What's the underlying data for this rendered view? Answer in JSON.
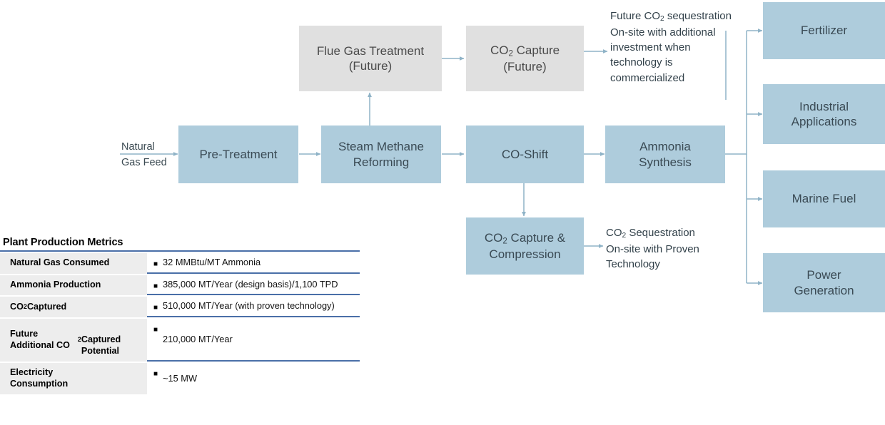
{
  "colors": {
    "process_box": "#aeccdc",
    "future_box": "#e0e0e0",
    "connector": "#8fb3c7",
    "table_divider": "#4a6fa8",
    "table_label_bg": "#ededed"
  },
  "diagram": {
    "feed": {
      "label": "Natural\nGas Feed"
    },
    "nodes": [
      {
        "id": "flue-gas-treatment",
        "label": "Flue Gas Treatment\n(Future)",
        "style": "future"
      },
      {
        "id": "co2-capture-future",
        "label": "CO2 Capture\n(Future)",
        "style": "future",
        "html": "CO<sub>2</sub> Capture<br>(Future)"
      },
      {
        "id": "pre-treatment",
        "label": "Pre-Treatment",
        "style": "process"
      },
      {
        "id": "steam-methane-reforming",
        "label": "Steam Methane\nReforming",
        "style": "process"
      },
      {
        "id": "co-shift",
        "label": "CO-Shift",
        "style": "process"
      },
      {
        "id": "ammonia-synthesis",
        "label": "Ammonia\nSynthesis",
        "style": "process"
      },
      {
        "id": "co2-capture-compression",
        "label": "CO2 Capture &\nCompression",
        "style": "process",
        "html": "CO<sub>2</sub> Capture &amp;<br>Compression"
      },
      {
        "id": "fertilizer",
        "label": "Fertilizer",
        "style": "process"
      },
      {
        "id": "industrial-applications",
        "label": "Industrial\nApplications",
        "style": "process"
      },
      {
        "id": "marine-fuel",
        "label": "Marine Fuel",
        "style": "process"
      },
      {
        "id": "power-generation",
        "label": "Power\nGeneration",
        "style": "process"
      }
    ],
    "annotations": [
      {
        "id": "future-sequestration-note",
        "text": "Future CO2 sequestration On-site with additional investment when technology is commercialized",
        "html": "Future CO<sub>2</sub> sequestration<br>On-site with additional<br>investment when<br>technology is<br>commercialized"
      },
      {
        "id": "proven-sequestration-note",
        "text": "CO2 Sequestration On-site with Proven Technology",
        "html": "CO<sub>2</sub> Sequestration<br>On-site with Proven<br>Technology"
      }
    ]
  },
  "metrics": {
    "title": "Plant Production Metrics",
    "rows": [
      {
        "label": "Natural Gas Consumed",
        "label_html": "Natural Gas Consumed",
        "value": "32 MMBtu/MT Ammonia"
      },
      {
        "label": "Ammonia Production",
        "label_html": "Ammonia Production",
        "value": "385,000 MT/Year (design basis)/1,100 TPD"
      },
      {
        "label": "CO2 Captured",
        "label_html": "CO<sub>2</sub> Captured",
        "value": "510,000 MT/Year (with proven technology)"
      },
      {
        "label": "Future Additional CO2 Captured Potential",
        "label_html": "Future Additional CO<sub>2</sub><br>Captured Potential",
        "value": "210,000 MT/Year"
      },
      {
        "label": "Electricity Consumption",
        "label_html": "Electricity<br>Consumption",
        "value": "~15 MW"
      }
    ],
    "bullet_glyph": "■"
  }
}
